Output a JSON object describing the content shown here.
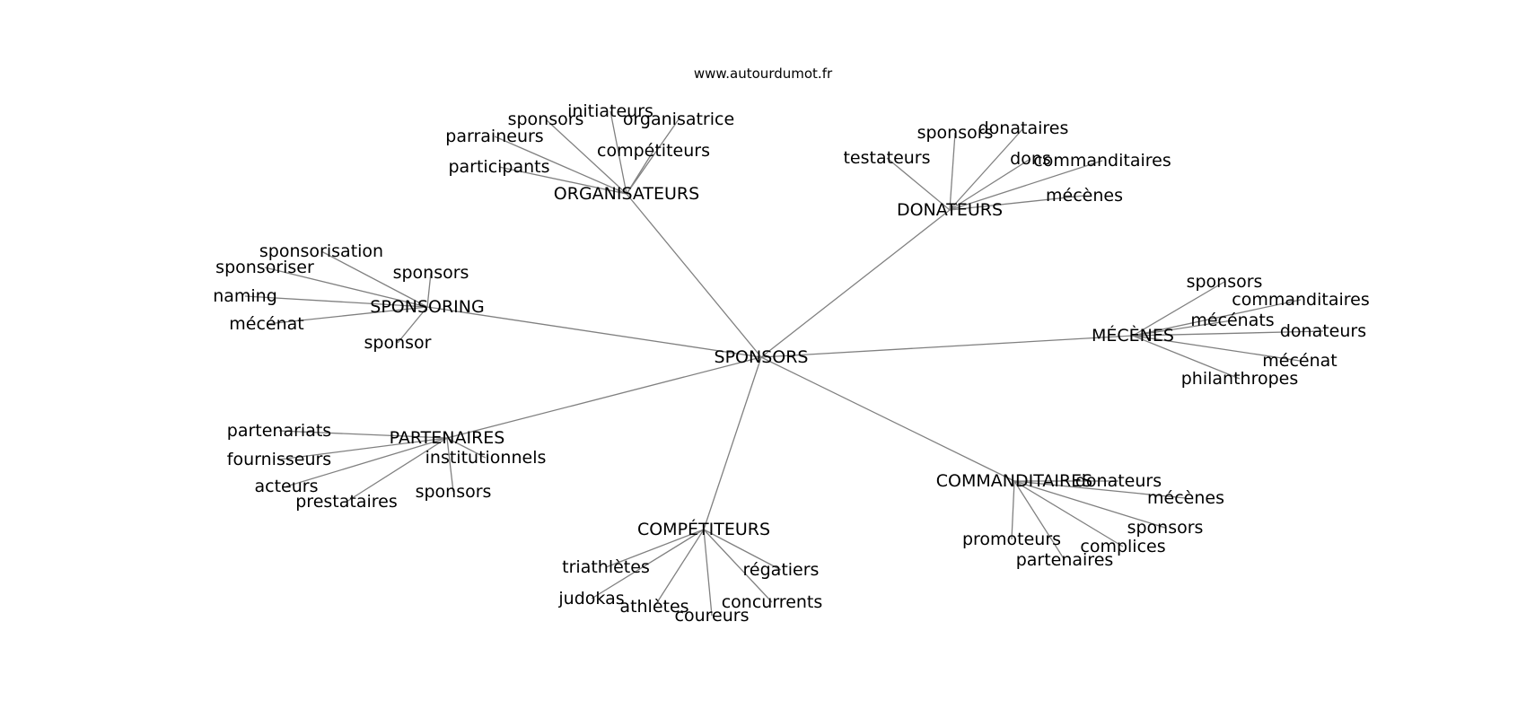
{
  "source_credit": "www.autourdumot.fr",
  "graph": {
    "center": "SPONSORS",
    "hubs": [
      {
        "label": "ORGANISATEURS",
        "leaves": [
          "initiateurs",
          "sponsors",
          "organisatrice",
          "parraineurs",
          "compétiteurs",
          "participants"
        ]
      },
      {
        "label": "DONATEURS",
        "leaves": [
          "sponsors",
          "donataires",
          "testateurs",
          "dons",
          "commanditaires",
          "mécènes"
        ]
      },
      {
        "label": "SPONSORING",
        "leaves": [
          "sponsorisation",
          "sponsoriser",
          "sponsors",
          "naming",
          "mécénat",
          "sponsor"
        ]
      },
      {
        "label": "MÉCÈNES",
        "leaves": [
          "sponsors",
          "commanditaires",
          "mécénats",
          "donateurs",
          "mécénat",
          "philanthropes"
        ]
      },
      {
        "label": "PARTENAIRES",
        "leaves": [
          "partenariats",
          "fournisseurs",
          "institutionnels",
          "acteurs",
          "prestataires",
          "sponsors"
        ]
      },
      {
        "label": "COMMANDITAIRES",
        "leaves": [
          "donateurs",
          "mécènes",
          "sponsors",
          "promoteurs",
          "complices",
          "partenaires"
        ]
      },
      {
        "label": "COMPÉTITEURS",
        "leaves": [
          "triathlètes",
          "régatiers",
          "judokas",
          "concurrents",
          "athlètes",
          "coureurs"
        ]
      }
    ]
  }
}
